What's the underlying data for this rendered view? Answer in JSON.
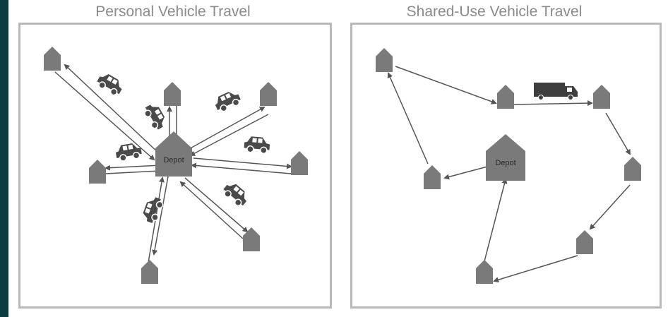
{
  "panels": {
    "left": {
      "title": "Personal Vehicle Travel",
      "depot_label": "Depot"
    },
    "right": {
      "title": "Shared-Use Vehicle Travel",
      "depot_label": "Depot"
    }
  },
  "colors": {
    "background": "#0e3d3f",
    "house": "#7a7a7a",
    "vehicle": "#4a4a4a",
    "edge": "#555555",
    "frame": "#b9b9b9",
    "title": "#8a8a8a"
  },
  "icons": [
    "house-icon",
    "car-icon",
    "truck-icon",
    "depot-icon"
  ]
}
